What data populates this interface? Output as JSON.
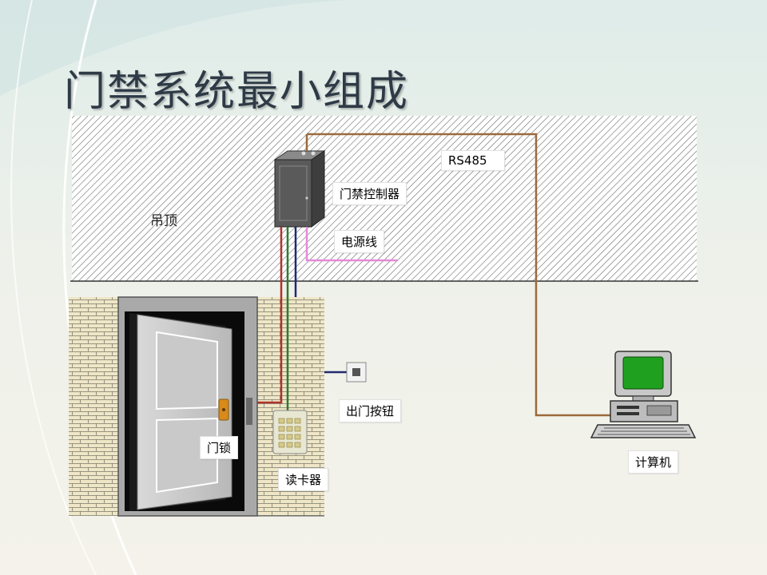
{
  "slide": {
    "title": "门禁系统最小组成"
  },
  "labels": {
    "ceiling": "吊顶",
    "controller": "门禁控制器",
    "power_line": "电源线",
    "rs485": "RS485",
    "exit_button": "出门按钮",
    "door_lock": "门锁",
    "card_reader": "读卡器",
    "computer": "计算机"
  },
  "colors": {
    "rs485_wire": "#9b6a3c",
    "power_wire": "#e58ad8",
    "lock_wire": "#b0332c",
    "reader_wire": "#2f7a2f",
    "button_wire": "#1f2a6e",
    "monitor_screen": "#1fa11f",
    "controller_box": "#555555"
  }
}
